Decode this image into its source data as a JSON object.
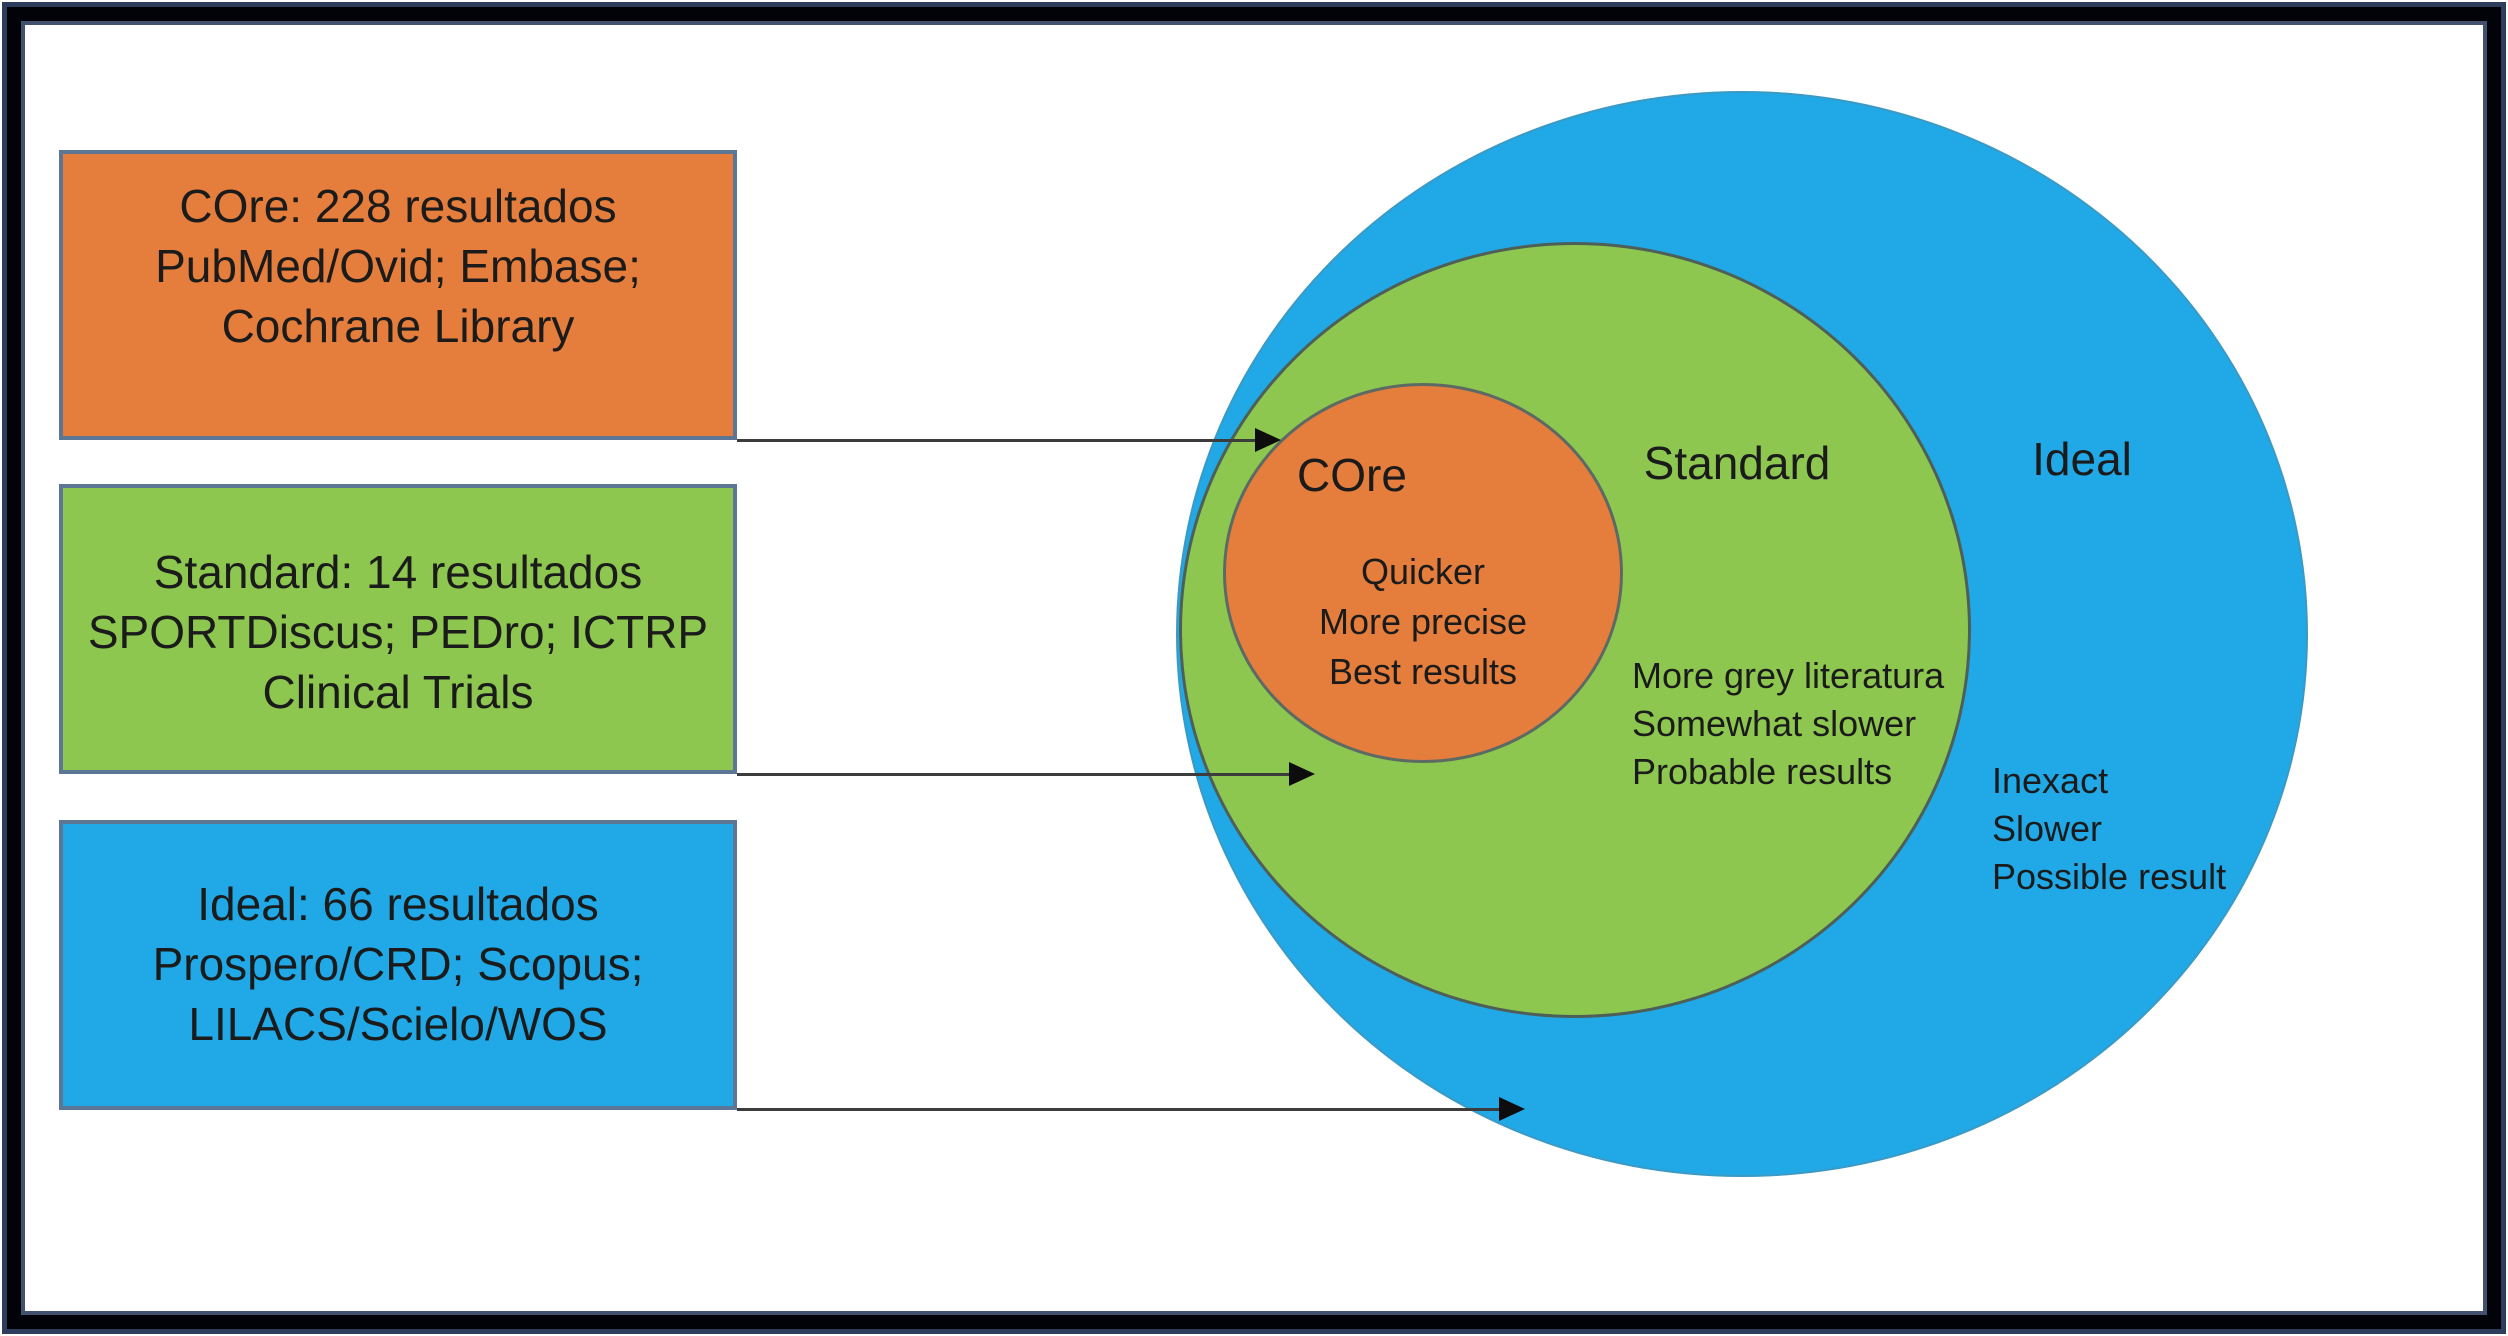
{
  "figure": {
    "type": "nested-circles-diagram",
    "description": "Search strategy levels diagram with three legend boxes linked by arrows to three concentric circles"
  },
  "colors": {
    "core_orange": "#e57e3c",
    "standard_green": "#8dc750",
    "ideal_blue": "#20a9e6",
    "box_border": "#5b7795",
    "frame_black": "#020308",
    "frame_navy": "#2e3d5c",
    "arrow": "#3c3c3c",
    "text": "#1b1b1b"
  },
  "legend_boxes": [
    {
      "id": "core",
      "lines": [
        "COre: 228 resultados",
        "PubMed/Ovid; Embase;",
        "Cochrane Library"
      ]
    },
    {
      "id": "standard",
      "lines": [
        "Standard: 14 resultados",
        "SPORTDiscus; PEDro; ICTRP",
        "Clinical Trials"
      ]
    },
    {
      "id": "ideal",
      "lines": [
        "Ideal: 66 resultados",
        "Prospero/CRD; Scopus;",
        "LILACS/Scielo/WOS"
      ]
    }
  ],
  "circles": [
    {
      "id": "ideal",
      "label": "Ideal",
      "notes": [
        "Inexact",
        "Slower",
        "Possible result"
      ]
    },
    {
      "id": "standard",
      "label": "Standard",
      "notes": [
        "More grey literatura",
        "Somewhat slower",
        "Probable results"
      ]
    },
    {
      "id": "core",
      "label": "COre",
      "notes": [
        "Quicker",
        "More precise",
        "Best results"
      ]
    }
  ]
}
